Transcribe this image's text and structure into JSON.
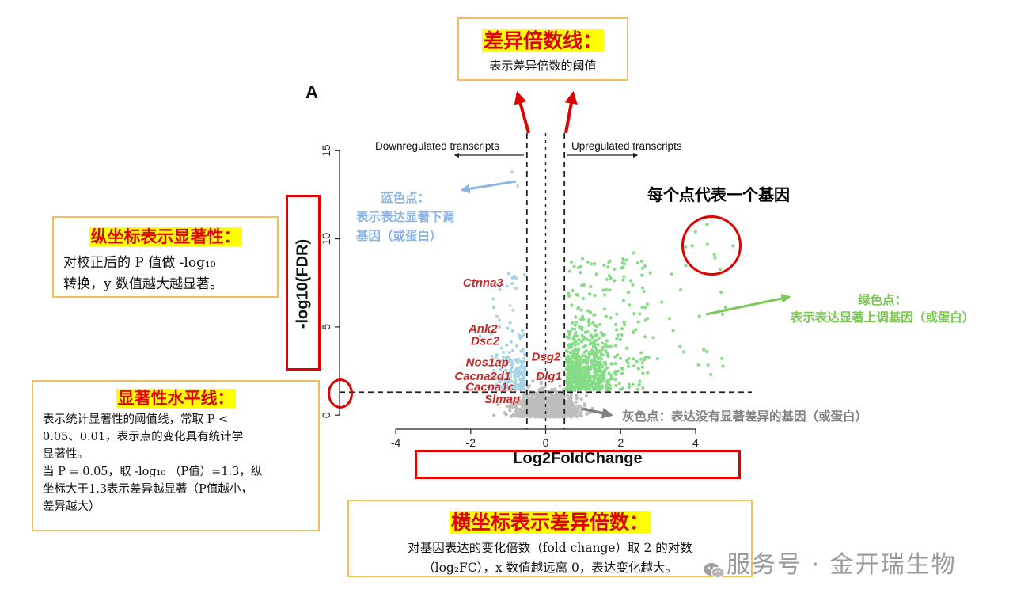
{
  "chart_data": {
    "type": "scatter",
    "panel_label": "A",
    "xlabel": "Log2FoldChange",
    "ylabel": "-log10(FDR)",
    "xlim": [
      -5.5,
      5.5
    ],
    "ylim": [
      -0.8,
      16
    ],
    "xticks": [
      -4,
      -2,
      0,
      2,
      4
    ],
    "yticks": [
      0,
      5,
      10,
      15
    ],
    "vlines": [
      -0.5,
      0.5
    ],
    "hline": 1.3,
    "direction_labels": {
      "down": "Downregulated transcripts",
      "up": "Upregulated transcripts"
    },
    "series": [
      {
        "color": "#bdbdbd",
        "count": 1400,
        "x_range": [
          -1.5,
          1.6
        ],
        "y_range": [
          -0.3,
          2.2
        ]
      },
      {
        "color": "#a6d4e6",
        "count": 180,
        "x_range": [
          -2.6,
          -0.5
        ],
        "y_range": [
          1.3,
          8.5
        ]
      },
      {
        "color": "#86dc86",
        "count": 720,
        "x_range": [
          0.5,
          5.0
        ],
        "y_range": [
          1.3,
          12
        ]
      }
    ],
    "gene_labels": [
      {
        "name": "Ctnna3",
        "x": -1.05,
        "y": 7.5
      },
      {
        "name": "Ank2",
        "x": -1.2,
        "y": 4.9
      },
      {
        "name": "Dsc2",
        "x": -1.15,
        "y": 4.2
      },
      {
        "name": "Dsg2",
        "x": -0.42,
        "y": 3.3
      },
      {
        "name": "Nos1ap",
        "x": -0.9,
        "y": 3.0
      },
      {
        "name": "Dlg1",
        "x": -0.3,
        "y": 2.2
      },
      {
        "name": "Cacna2d1",
        "x": -0.85,
        "y": 2.2
      },
      {
        "name": "Cacna1c",
        "x": -0.75,
        "y": 1.6
      },
      {
        "name": "Slmap",
        "x": -0.6,
        "y": 0.9
      }
    ]
  },
  "annotations": {
    "top_box": {
      "title": "差异倍数线：",
      "body": "表示差异倍数的阈值"
    },
    "y_axis_box": {
      "title": "纵坐标表示显著性：",
      "lines": [
        "对校正后的 P 值做 -log₁₀",
        "转换，y 数值越大越显著。"
      ]
    },
    "significance_box": {
      "title": "显著性水平线：",
      "lines": [
        "表示统计显著性的阈值线，常取 P <",
        "0.05、0.01，表示点的变化具有统计学",
        "显著性。",
        "当 P = 0.05，取 -log₁₀ （P值）=1.3，纵",
        "坐标大于1.3表示差异越显著（P值越小，",
        "差异越大）"
      ]
    },
    "x_axis_box": {
      "title": "横坐标表示差异倍数：",
      "lines": [
        "对基因表达的变化倍数（fold change）取 2 的对数",
        "（log₂FC），x 数值越远离 0，表达变化越大。"
      ]
    },
    "blue_note": [
      "蓝色点：",
      "表示表达显著下调",
      "基因（或蛋白）"
    ],
    "each_point_note": "每个点代表一个基因",
    "green_note": [
      "绿色点：",
      "表示表达显著上调基因（或蛋白）"
    ],
    "gray_note": "灰色点：表达没有显著差异的基因（或蛋白）",
    "watermark": "服务号 · 金开瑞生物",
    "colors": {
      "blue_text": "#8ab4e6",
      "green_text": "#7cc855",
      "gray_text": "#808080",
      "red": "#e00000",
      "highlight": "#ffff00"
    }
  }
}
